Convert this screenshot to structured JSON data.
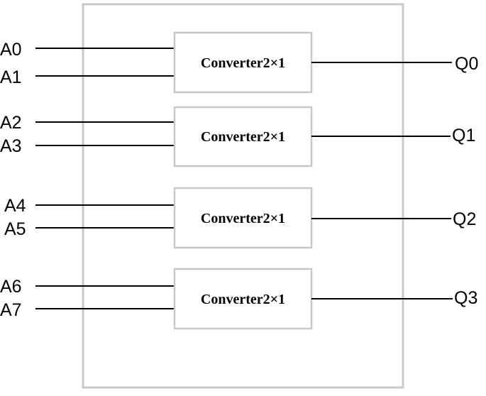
{
  "blocks": [
    {
      "label": "Converter2×1",
      "inputs": [
        "A0",
        "A1"
      ],
      "output": "Q0"
    },
    {
      "label": "Converter2×1",
      "inputs": [
        "A2",
        "A3"
      ],
      "output": "Q1"
    },
    {
      "label": "Converter2×1",
      "inputs": [
        "A4",
        "A5"
      ],
      "output": "Q2"
    },
    {
      "label": "Converter2×1",
      "inputs": [
        "A6",
        "A7"
      ],
      "output": "Q3"
    }
  ]
}
